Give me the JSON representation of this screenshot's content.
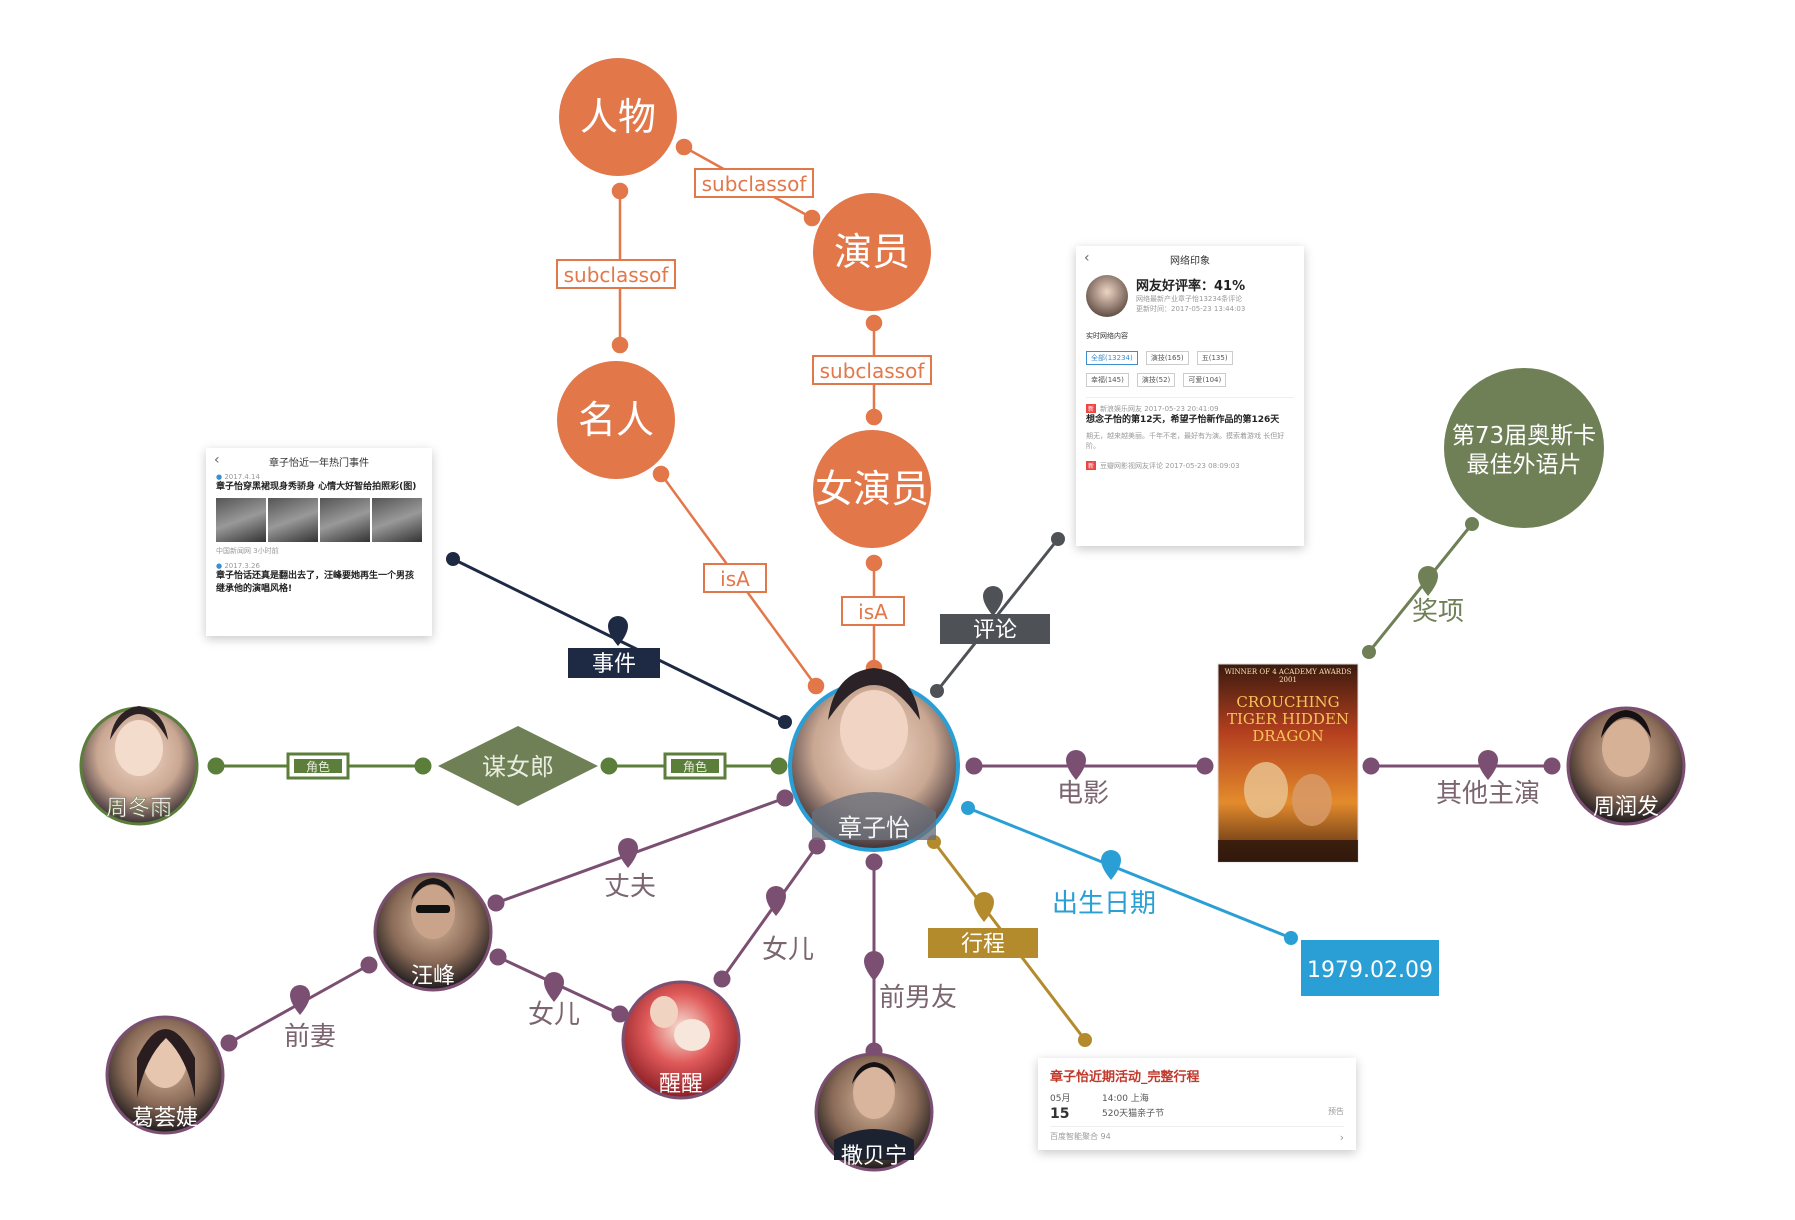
{
  "nodes": {
    "renwu": "人物",
    "yanyuan": "演员",
    "mingren": "名人",
    "nvyanyuan": "女演员",
    "center": "章子怡",
    "moumunv": "谋女郎",
    "zhoudongyu": "周冬雨",
    "wangfeng": "汪峰",
    "gexiaoqian": "葛荟婕",
    "xingxing": "醒醒",
    "chebeining": "撒贝宁",
    "zhourunfa": "周润发",
    "award": "第73届奥斯卡最佳外语片",
    "birthdate": "1979.02.09"
  },
  "edges": {
    "subclassof": "subclassof",
    "isA": "isA",
    "shijian": "事件",
    "pinglun": "评论",
    "jiangxiang": "奖项",
    "dianying": "电影",
    "qitazhuyan": "其他主演",
    "chushengriqi": "出生日期",
    "xingcheng": "行程",
    "qiannanyou": "前男友",
    "nver": "女儿",
    "zhangfu": "丈夫",
    "qianqi": "前妻",
    "juese": "角色"
  },
  "event_card": {
    "title": "章子怡近一年热门事件",
    "date1": "2017.4.14",
    "headline1": "章子怡穿黑裙现身秀骄身 心情大好智给拍照彩(图)",
    "source1": "中国新闻网 3小时前",
    "date2": "2017.3.26",
    "headline2": "章子怡话还真是翻出去了，汪峰要她再生一个男孩继承他的演唱风格!"
  },
  "review_card": {
    "title": "网络印象",
    "rating": "网友好评率：41%",
    "sub1": "网络最新产业章子怡13234条评论",
    "sub2": "更新时间：2017-05-23 13:44:03",
    "section": "实时网络内容",
    "tags": [
      "全部(13234)",
      "演技(165)",
      "五(135)",
      "幸福(145)",
      "演技(52)",
      "可爱(104)"
    ],
    "meta1": "新浪娱乐网友 2017-05-23 20:41:09",
    "post1": "想念子怡的第12天，希望子怡新作品的第126天",
    "body1": "期无，越来越美丽。千年不老，最好有为演。摸索着游戏 长但好阶。",
    "meta2": "豆瓣网影视网友评论 2017-05-23 08:09:03"
  },
  "schedule_card": {
    "title": "章子怡近期活动_完整行程",
    "month": "05月",
    "day": "15",
    "time": "14:00 上海",
    "event": "520天猫亲子节",
    "status": "预告",
    "footer": "百度智能聚合 94"
  },
  "poster": {
    "top": "WINNER OF 4 ACADEMY AWARDS 2001",
    "title": "CROUCHING TIGER HIDDEN DRAGON"
  },
  "colors": {
    "orange": "#e2774a",
    "olive": "#6f7f56",
    "green": "#5b7e3b",
    "navy": "#1e2a44",
    "purple": "#7b4f72",
    "blue": "#2a9fd6",
    "gold": "#b38a2c",
    "gray": "#4e5257"
  }
}
